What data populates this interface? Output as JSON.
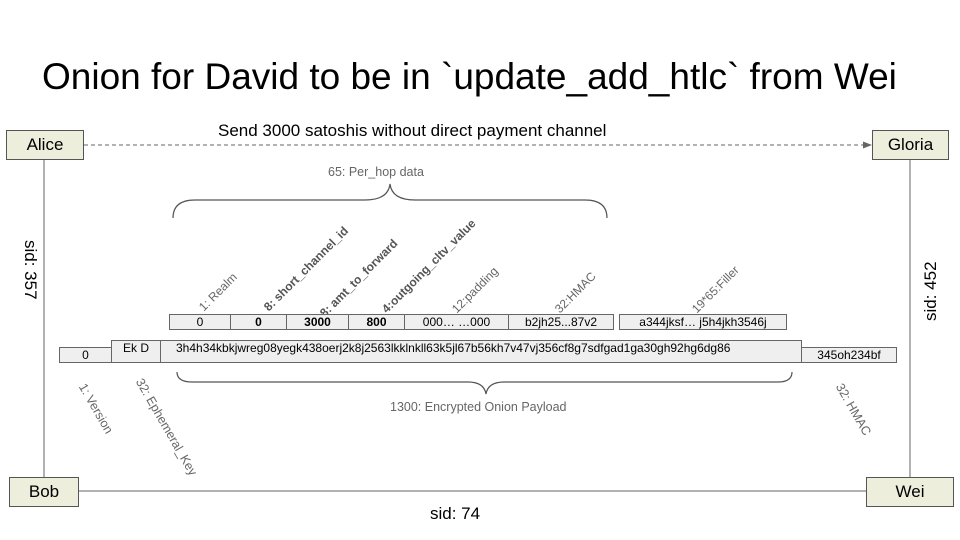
{
  "title": "Onion for David to be in `update_add_htlc` from Wei",
  "nodes": {
    "alice": "Alice",
    "gloria": "Gloria",
    "bob": "Bob",
    "wei": "Wei"
  },
  "caption_top": "Send 3000 satoshis without direct payment channel",
  "sids": {
    "left": "sid:  357",
    "right": "sid: 452",
    "bottom": "sid: 74"
  },
  "per_hop": {
    "label": "65: Per_hop data",
    "field_labels": [
      "1: Realm",
      "8: short_channel_id",
      "8: amt_to_forward",
      "4:outgoing_cltv_value",
      "12:padding",
      "32:HMAC"
    ],
    "values": [
      "0",
      "0",
      "3000",
      "800",
      "000… …000",
      "b2jh25...87v2"
    ]
  },
  "filler": {
    "label": "19*65:Filler",
    "value": "a344jksf… j5h4jkh3546j"
  },
  "packet": {
    "version": "0",
    "ek": "Ek D",
    "payload": "3h4h34kbkjwreg08yegk438oerj2k8j2563lkklnkll63k5jl67b56kh7v47vj356cf8g7sdfgad1ga30gh92hg6dg86",
    "hmac": "345oh234bf"
  },
  "packet_labels": {
    "payload": "1300: Encrypted Onion Payload",
    "version": "1: Version",
    "ephemeral": "32: Ephemeral_Key",
    "hmac": "32: HMAC"
  }
}
